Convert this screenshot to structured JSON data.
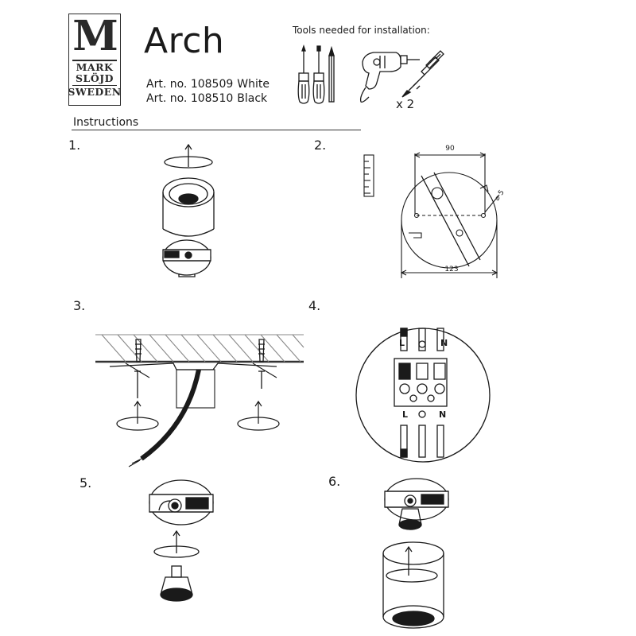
{
  "logo": {
    "letter": "M",
    "line1": "MARK",
    "line2": "SLÖJD",
    "line3": "SWEDEN"
  },
  "header": {
    "title": "Arch",
    "articles": [
      {
        "label": "Art. no. 108509",
        "variant": "White"
      },
      {
        "label": "Art. no. 108510",
        "variant": "Black"
      }
    ]
  },
  "tools": {
    "title": "Tools needed for installation:",
    "quantity": "x 2"
  },
  "instructions_label": "Instructions",
  "steps": [
    "1.",
    "2.",
    "3.",
    "4.",
    "5.",
    "6."
  ],
  "step2": {
    "width_dim": "90",
    "diameter_dim": "123",
    "hole_dim": "⌀ 5"
  },
  "step4": {
    "live": "L",
    "neutral": "N"
  }
}
